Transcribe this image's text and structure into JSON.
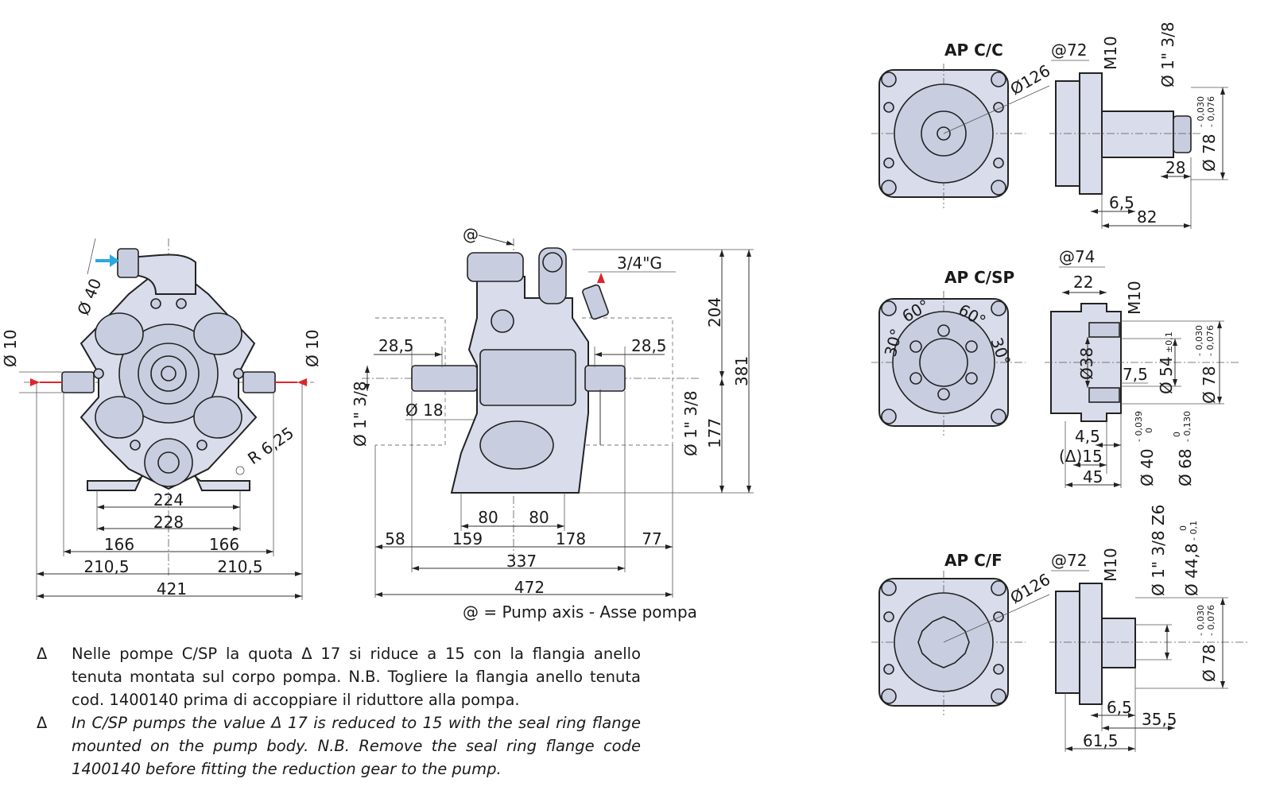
{
  "front_view": {
    "d40": "Ø 40",
    "d10_left": "Ø 10",
    "d10_right": "Ø 10",
    "r625": "R 6,25",
    "w224": "224",
    "w228": "228",
    "w166_l": "166",
    "w166_r": "166",
    "w2105_l": "210,5",
    "w2105_r": "210,5",
    "w421": "421"
  },
  "side_view": {
    "axis_mark": "@",
    "g34": "3/4\"G",
    "h204": "204",
    "h381": "381",
    "h177": "177",
    "d285_l": "28,5",
    "d285_r": "28,5",
    "d18": "Ø 18",
    "d1_38_l": "Ø 1\" 3/8",
    "d1_38_r": "Ø 1\" 3/8",
    "w80_l": "80",
    "w80_r": "80",
    "w58": "58",
    "w159": "159",
    "w178": "178",
    "w77": "77",
    "w337": "337",
    "w472": "472",
    "legend": "@ = Pump axis - Asse pompa"
  },
  "ap_cc": {
    "title": "AP C/C",
    "at72": "@72",
    "m10": "M10",
    "d126": "Ø126",
    "d1_38": "Ø 1\" 3/8",
    "d78": "Ø 78",
    "tol_up": "- 0,030",
    "tol_lo": "- 0,076",
    "w28": "28",
    "w65": "6,5",
    "w82": "82"
  },
  "ap_csp": {
    "title": "AP C/SP",
    "at74": "@74",
    "w22": "22",
    "m10": "M10",
    "a60_l": "60°",
    "a60_r": "60°",
    "a30_l": "30°",
    "a30_r": "30°",
    "d38": "Ø38",
    "w75": "7,5",
    "d54": "Ø 54",
    "d54_tol": "±0,1",
    "d78": "Ø 78",
    "tol78_up": "- 0,030",
    "tol78_lo": "- 0,076",
    "w45s": "4,5",
    "w15": "(Δ)15",
    "w45": "45",
    "d40": "Ø 40",
    "tol40_up": "- 0,039",
    "tol40_lo": "0",
    "d68": "Ø 68",
    "tol68_up": "0",
    "tol68_lo": "- 0,130"
  },
  "ap_cf": {
    "title": "AP C/F",
    "at72": "@72",
    "m10": "M10",
    "d126": "Ø126",
    "spline": "Ø 1\" 3/8 Z6",
    "d448": "Ø 44,8",
    "tol448_up": "0",
    "tol448_lo": "- 0,1",
    "d78": "Ø 78",
    "tol_up": "- 0,030",
    "tol_lo": "- 0,076",
    "w65": "6,5",
    "w355": "35,5",
    "w615": "61,5"
  },
  "notes": [
    {
      "marker": "Δ",
      "text": "Nelle pompe C/SP la quota Δ 17 si riduce a 15 con la flangia anello tenuta montata sul corpo pompa.  N.B. Togliere la flangia anello tenuta cod. 1400140 prima di accoppiare il riduttore alla pompa."
    },
    {
      "marker": "Δ",
      "text": "In C/SP pumps the value Δ 17 is reduced to 15 with the seal ring flange mounted on the pump body. N.B. Remove the seal ring flange code 1400140 before fitting the reduction gear to the pump."
    }
  ],
  "colors": {
    "body": "#d9dcea",
    "arrow_blue": "#29a9e0",
    "arrow_red": "#e0242a"
  }
}
